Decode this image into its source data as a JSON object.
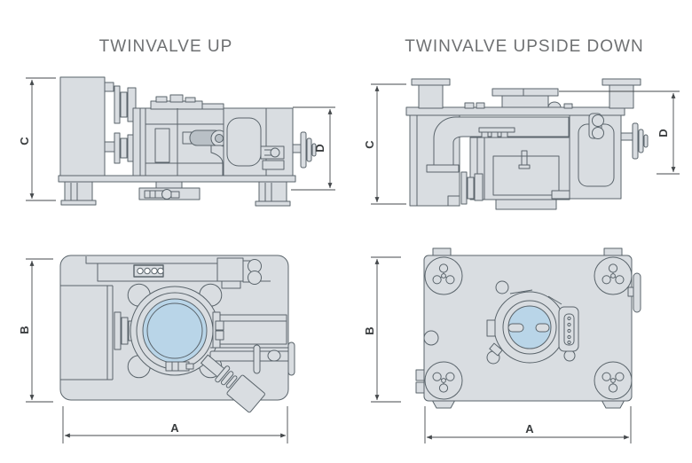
{
  "views": {
    "side_up": {
      "title": "TWINVALVE UP",
      "dim_left": "C",
      "dim_right": "D"
    },
    "side_down": {
      "title": "TWINVALVE UPSIDE DOWN",
      "dim_left": "C",
      "dim_right": "D"
    },
    "plan_up": {
      "dim_side": "B",
      "dim_width": "A"
    },
    "plan_down": {
      "dim_side": "B",
      "dim_width": "A"
    }
  },
  "colors": {
    "background": "#ffffff",
    "line": "#5a646b",
    "fill": "#d9dde1",
    "fill_dark": "#b9c0c6",
    "glass": "#b9d5e8",
    "dim": "#45494c",
    "title": "#6e7072",
    "label": "#3a3d3f"
  }
}
